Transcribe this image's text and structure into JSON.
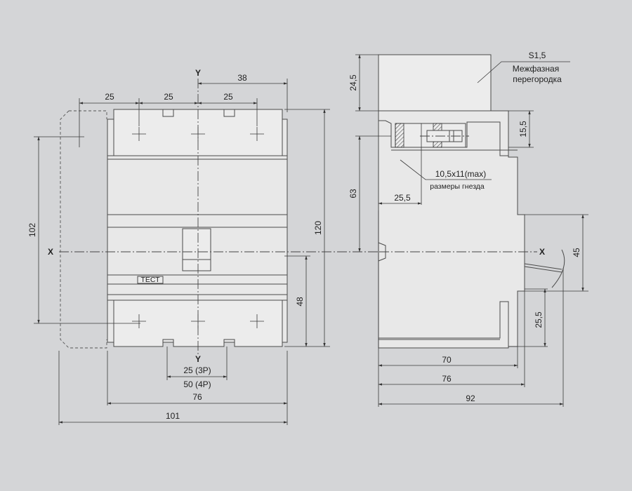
{
  "front_view": {
    "axis_x": "X",
    "axis_y_top": "Y",
    "axis_y_bottom": "Y",
    "test_label": "ТЕСТ",
    "dims": {
      "pitch_1": "25",
      "pitch_2": "25",
      "pitch_3": "25",
      "offset_38": "38",
      "height_102": "102",
      "height_120": "120",
      "height_48": "48",
      "bottom_3p": "25 (3P)",
      "bottom_4p": "50 (4P)",
      "width_76": "76",
      "width_101": "101"
    }
  },
  "side_view": {
    "axis_x": "X",
    "partition_thickness": "S1,5",
    "partition_line1": "Межфазная",
    "partition_line2": "перегородка",
    "socket_size": "10,5x11(max)",
    "socket_label": "размеры гнезда",
    "dims": {
      "d_24_5": "24,5",
      "d_15_5": "15,5",
      "d_63": "63",
      "d_25_5_h": "25,5",
      "d_45": "45",
      "d_25_5_v": "25,5",
      "d_70": "70",
      "d_76": "76",
      "d_92": "92"
    }
  },
  "colors": {
    "background": "#d4d5d7",
    "body_fill": "#e8e8e8",
    "line": "#4a4a4a"
  }
}
